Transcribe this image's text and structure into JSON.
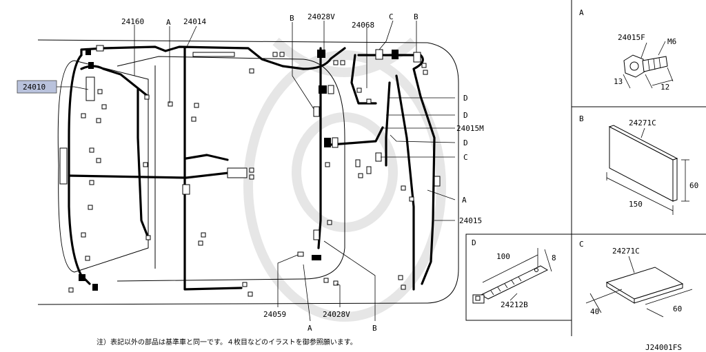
{
  "main": {
    "labels": {
      "p24160": "24160",
      "p24014": "24014",
      "pA_top": "A",
      "pB_top_left": "B",
      "p24028v_top": "24028V",
      "p24068": "24068",
      "pC_top": "C",
      "pB_top_right": "B",
      "p24010": "24010",
      "pD_1": "D",
      "pD_2": "D",
      "p24015m": "24015M",
      "pD_3": "D",
      "pC_right": "C",
      "pA_right": "A",
      "p24015": "24015",
      "p24059": "24059",
      "pA_bottom": "A",
      "p24028v_bottom": "24028V",
      "pB_bottom": "B"
    },
    "note": "注）表記以外の部品は基準車と同一です。４枚目などのイラストを御参照願います。",
    "drawing_code": "J24001FS"
  },
  "panel_A": {
    "letter": "A",
    "part": "24015F",
    "thread": "M6",
    "dim_width": "13",
    "dim_length": "12"
  },
  "panel_B": {
    "letter": "B",
    "part": "24271C",
    "dim_height": "60",
    "dim_length": "150"
  },
  "panel_C": {
    "letter": "C",
    "part": "24271C",
    "dim_depth": "40",
    "dim_width": "60"
  },
  "panel_D": {
    "letter": "D",
    "part": "24212B",
    "dim_length": "100",
    "dim_width": "8"
  },
  "colors": {
    "highlight": "#b9c2dc",
    "line": "#000000"
  }
}
